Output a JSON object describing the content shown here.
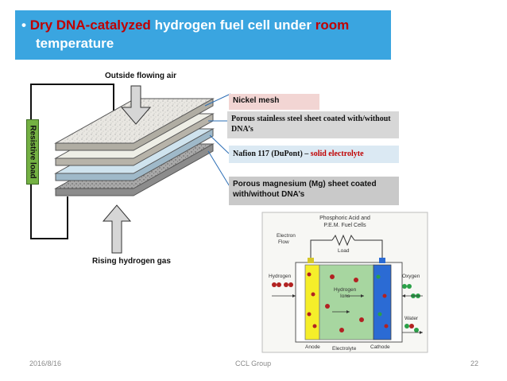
{
  "title": {
    "bullet": "•",
    "word_dry": "Dry",
    "word_catalyzed": "DNA-catalyzed",
    "middle": "hydrogen fuel cell under",
    "word_room": "room",
    "line2": "temperature"
  },
  "labels": {
    "outside_air": "Outside flowing air",
    "rising_h2": "Rising hydrogen gas",
    "resistive_load": "Resistive load"
  },
  "layers": {
    "nickel": "Nickel mesh",
    "stainless": "Porous stainless steel sheet coated with/without DNA’s",
    "nafion_main": "Nafion 117 (DuPont) – ",
    "nafion_red": "solid electrolyte",
    "magnesium": "Porous magnesium (Mg) sheet coated with/without DNA’s"
  },
  "inset": {
    "title": "Phosphoric Acid and P.E.M. Fuel Cells",
    "electron_flow": "Electron Flow",
    "load": "Load",
    "hydrogen": "Hydrogen",
    "hydrogen_ions": "Hydrogen Ions",
    "oxygen": "Oxygen",
    "water": "Water",
    "anode": "Anode",
    "electrolyte": "Electrolyte",
    "cathode": "Cathode"
  },
  "footer": {
    "date": "2016/8/16",
    "group": "CCL Group",
    "page": "22"
  },
  "colors": {
    "title_bg": "#3aa5e0",
    "red_text": "#c00000",
    "nickel_bg": "#f2d5d3",
    "stainless_bg": "#d7d7d7",
    "nafion_bg": "#dbe9f3",
    "magnesium_bg": "#c9c9c9",
    "resistive_bg": "#74b143"
  }
}
